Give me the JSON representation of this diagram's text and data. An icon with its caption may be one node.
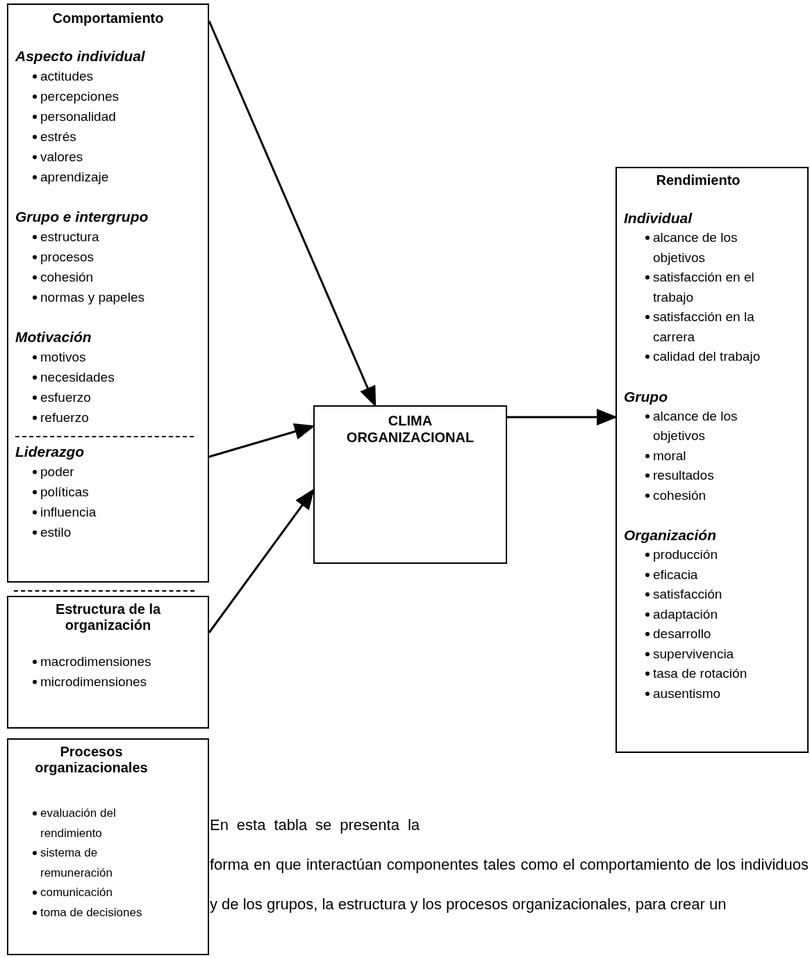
{
  "diagram": {
    "nodes": [
      {
        "text": [
          "Comportamiento",
          "Aspecto individual",
          "actitudes",
          "percepciones",
          "personalidad",
          "estrés",
          "valores",
          "aprendizaje",
          "Grupo e intergrupo",
          "estructura",
          "procesos",
          "cohesión",
          "normas y papeles",
          "Motivación",
          "motivos",
          "necesidades",
          "esfuerzo",
          "refuerzo",
          "Liderazgo",
          "poder",
          "políticas",
          "influencia",
          "estilo"
        ]
      },
      {
        "text": [
          "Estructura de la organización",
          "macrodimensiones",
          "microdimensiones"
        ]
      },
      {
        "text": [
          "Procesos organizacionales",
          "evaluación del rendimiento",
          "sistema de remuneración",
          "comunicación",
          "toma de decisiones"
        ]
      },
      {
        "text": [
          "CLIMA ORGANIZACIONAL"
        ]
      },
      {
        "text": [
          "Rendimiento",
          "Individual",
          "alcance de los objetivos",
          "satisfacción en el trabajo",
          "satisfacción en la carrera",
          "calidad del trabajo",
          "Grupo",
          "alcance de los objetivos",
          "moral",
          "resultados",
          "cohesión",
          "Organización",
          "producción",
          "eficacia",
          "satisfacción",
          "adaptación",
          "desarrollo",
          "supervivencia",
          "tasa de rotación",
          "ausentismo"
        ]
      }
    ],
    "edges": [
      {
        "from": 0,
        "to": 3,
        "arrow": "to"
      },
      {
        "from": 0,
        "to": 3,
        "arrow": "to"
      },
      {
        "from": 1,
        "to": 3,
        "arrow": "to"
      },
      {
        "from": 3,
        "to": 4,
        "arrow": "to"
      }
    ],
    "labels": [
      "En esta tabla se presenta la forma en que interactúan componentes tales como el comportamiento de los individuos y de los grupos, la estructura y los procesos organizacionales, para crear un"
    ]
  }
}
